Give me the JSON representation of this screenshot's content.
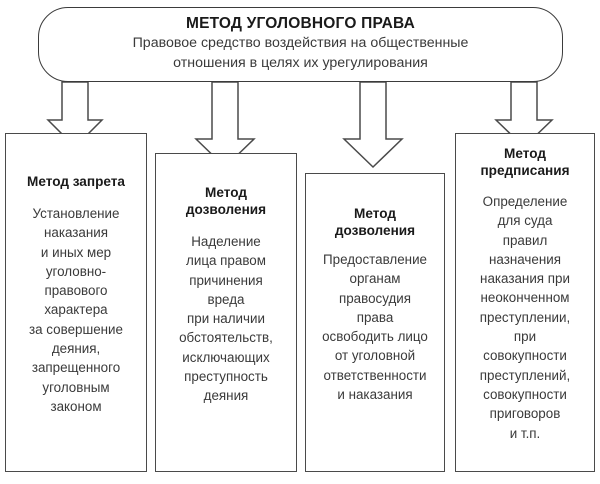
{
  "header": {
    "title": "МЕТОД УГОЛОВНОГО ПРАВА",
    "subtitle_lines": [
      "Правовое средство воздействия на общественные",
      "отношения в целях их урегулирования"
    ]
  },
  "connectors": {
    "icon": "down-block-arrow",
    "count": 4,
    "style": "hollow-outlined"
  },
  "methods": [
    {
      "id": "zapreta",
      "title_lines": [
        "Метод запрета"
      ],
      "body_lines": [
        "Установление",
        "наказания",
        "и иных мер",
        "уголовно-",
        "правового",
        "характера",
        "за совершение",
        "деяния,",
        "запрещенного",
        "уголовным",
        "законом"
      ]
    },
    {
      "id": "dozvoleniya-1",
      "title_lines": [
        "Метод",
        "дозволения"
      ],
      "body_lines": [
        "Наделение",
        "лица правом",
        "причинения",
        "вреда",
        "при наличии",
        "обстоятельств,",
        "исключающих",
        "преступность",
        "деяния"
      ]
    },
    {
      "id": "dozvoleniya-2",
      "title_lines": [
        "Метод",
        "дозволения"
      ],
      "body_lines": [
        "Предоставление",
        "органам",
        "правосудия",
        "права",
        "освободить лицо",
        "от уголовной",
        "ответственности",
        "и наказания"
      ]
    },
    {
      "id": "predpisaniya",
      "title_lines": [
        "Метод",
        "предписания"
      ],
      "body_lines": [
        "Определение",
        "для суда",
        "правил",
        "назначения",
        "наказания при",
        "неоконченном",
        "преступлении,",
        "при",
        "совокупности",
        "преступлений,",
        "совокупности",
        "приговоров",
        "и т.п."
      ]
    }
  ],
  "colors": {
    "stroke": "#4a4a4a",
    "header_stroke": "#3b3b3b",
    "title_text": "#1a1a1a",
    "body_text": "#3a3a3a",
    "background": "#ffffff"
  }
}
